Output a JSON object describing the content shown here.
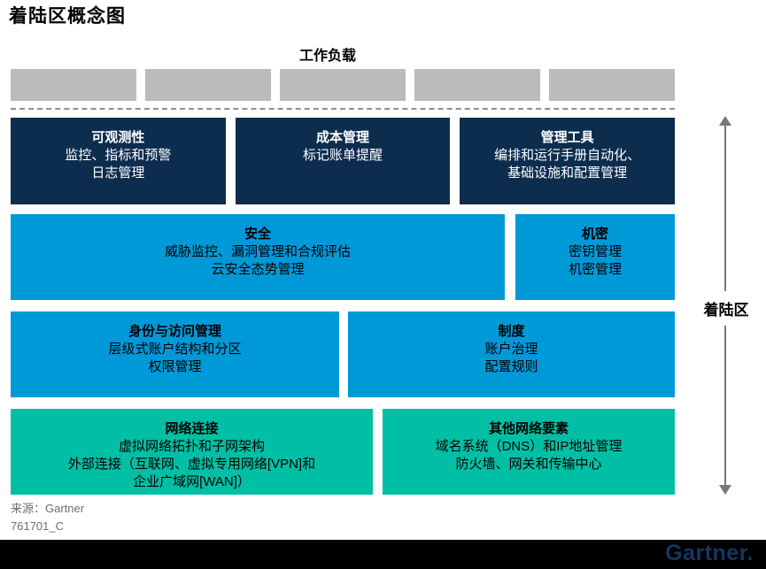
{
  "page": {
    "title": "着陆区概念图"
  },
  "workloads": {
    "label": "工作负载",
    "placeholder_count": 5
  },
  "landing_zone": {
    "label": "着陆区"
  },
  "cards": {
    "observability": {
      "title": "可观测性",
      "lines": [
        "监控、指标和预警",
        "日志管理"
      ]
    },
    "cost_management": {
      "title": "成本管理",
      "lines": [
        "标记账单提醒"
      ]
    },
    "management_tools": {
      "title": "管理工具",
      "lines": [
        "编排和运行手册自动化、",
        "基础设施和配置管理"
      ]
    },
    "security": {
      "title": "安全",
      "lines": [
        "威胁监控、漏洞管理和合规评估",
        "云安全态势管理"
      ]
    },
    "secrets": {
      "title": "机密",
      "lines": [
        "密钥管理",
        "机密管理"
      ]
    },
    "identity_access": {
      "title": "身份与访问管理",
      "lines": [
        "层级式账户结构和分区",
        "权限管理"
      ]
    },
    "policy": {
      "title": "制度",
      "lines": [
        "账户治理",
        "配置规则"
      ]
    },
    "network_connect": {
      "title": "网络连接",
      "lines": [
        "虚拟网络拓扑和子网架构",
        "外部连接（互联网、虚拟专用网络[VPN]和",
        "企业广域网[WAN]）"
      ]
    },
    "other_network": {
      "title": "其他网络要素",
      "lines": [
        "域名系统（DNS）和IP地址管理",
        "防火墙、网关和传输中心"
      ]
    }
  },
  "footer": {
    "source": "来源：Gartner",
    "document_id": "761701_C",
    "logo": "Gartner."
  },
  "colors": {
    "navy": "#0D2D4F",
    "azure_blue": "#0099D8",
    "teal": "#00BFA4",
    "placeholder_gray": "#BBBBBB",
    "arrow_gray": "#75797B",
    "footer_black": "#000000",
    "logo_navy": "#16365F"
  }
}
